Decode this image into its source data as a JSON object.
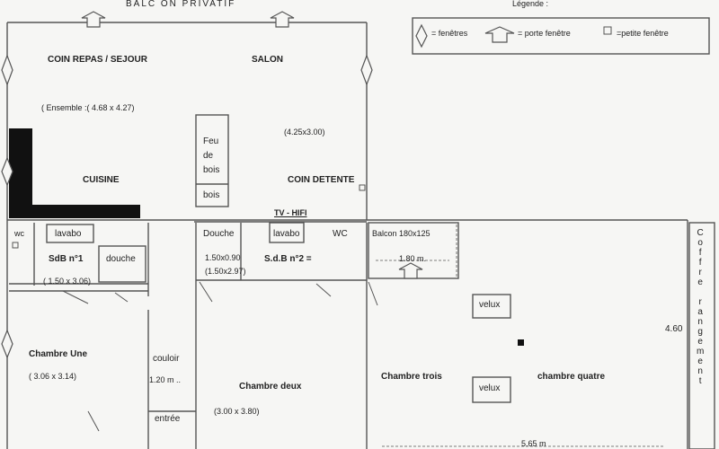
{
  "header": {
    "balcony_label": "BALC ON PRIVATIF"
  },
  "legend": {
    "title": "Légende :",
    "windows": "= fenêtres",
    "french_door": "= porte fenêtre",
    "small_window": "=petite fenêtre"
  },
  "rooms": {
    "dining": "COIN REPAS /  SEJOUR",
    "dining_size": "( Ensemble :( 4.68 x 4.27)",
    "salon": "SALON",
    "salon_size": "(4.25x3.00)",
    "kitchen": "CUISINE",
    "fireplace_1": "Feu",
    "fireplace_2": "de",
    "fireplace_3": "bois",
    "wood": "bois",
    "relax": "COIN DETENTE",
    "tv": "TV - HIFI",
    "wc1": "wc",
    "lavabo1": "lavabo",
    "bath1": "SdB n°1",
    "shower1": "douche",
    "bath1_size": "( 1.50 x 3.06)",
    "shower2": "Douche",
    "lavabo2": "lavabo",
    "wc2": "WC",
    "shower2_size": "1.50x0.90",
    "bath2_size": "(1.50x2.97)",
    "bath2": "S.d.B  n°2 =",
    "balcony2": "Balcon 180x125",
    "balcony2_dim": "1.80 m.",
    "room1": "Chambre  Une",
    "room1_size": "( 3.06 x 3.14)",
    "corridor": "couloir",
    "corridor_width": "1.20 m ..",
    "entrance": "entrée",
    "room2": "Chambre deux",
    "room2_size": "(3.00 x 3.80)",
    "room3": "Chambre trois",
    "room4": "chambre quatre",
    "velux1": "velux",
    "velux2": "velux",
    "dim_460": "4.60",
    "dim_565": "5.65 m",
    "storage": [
      "C",
      "o",
      "f",
      "f",
      "r",
      "e",
      "",
      "r",
      "a",
      "n",
      "g",
      "e",
      "m",
      "e",
      "n",
      "t"
    ]
  },
  "colors": {
    "line": "#555555",
    "wall_dark": "#111111"
  }
}
